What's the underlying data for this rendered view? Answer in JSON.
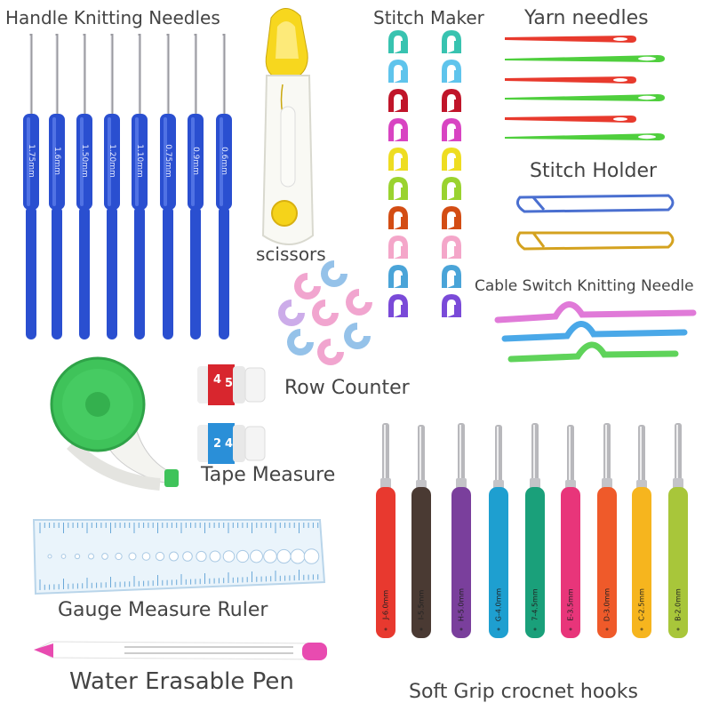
{
  "labels": {
    "handle_knitting_needles": "Handle Knitting Needles",
    "scissors": "scissors",
    "stitch_maker": "Stitch Maker",
    "yarn_needles": "Yarn needles",
    "stitch_holder": "Stitch Holder",
    "cable_switch": "Cable Switch Knitting Needle",
    "row_counter": "Row Counter",
    "tape_measure": "Tape Measure",
    "gauge_ruler": "Gauge Measure Ruler",
    "water_pen": "Water Erasable Pen",
    "soft_grip": "Soft Grip crocnet hooks"
  },
  "handle_needles": [
    {
      "size": "1.75mm"
    },
    {
      "size": "1.6mm"
    },
    {
      "size": "1.50mm"
    },
    {
      "size": "1.20mm"
    },
    {
      "size": "1.10mm"
    },
    {
      "size": "0.75mm"
    },
    {
      "size": "0.9mm"
    },
    {
      "size": "0.6mm"
    }
  ],
  "soft_grip_hooks": [
    {
      "size": "J-6.0mm",
      "color": "#e8392f"
    },
    {
      "size": "I-5.5mm",
      "color": "#4a3a33"
    },
    {
      "size": "H-5.0mm",
      "color": "#7a3f9c"
    },
    {
      "size": "G-4.0mm",
      "color": "#1e9fd0"
    },
    {
      "size": "7-4.5mm",
      "color": "#1aa07a"
    },
    {
      "size": "E-3.5mm",
      "color": "#e8357a"
    },
    {
      "size": "D-3.0mm",
      "color": "#ef5a2a"
    },
    {
      "size": "C-2.5mm",
      "color": "#f6b51e"
    },
    {
      "size": "B-2.0mm",
      "color": "#a8c63a"
    }
  ],
  "row_counter_digits": {
    "top": [
      "4",
      "5"
    ],
    "bottom": [
      "2",
      "4"
    ]
  },
  "stitch_marker_colors": [
    "#38c3b0",
    "#5fc4ec",
    "#c0152a",
    "#d844c2",
    "#eedd21",
    "#9ad32f",
    "#d34d14",
    "#f4a6c9",
    "#4aa4d8",
    "#7a4ad8"
  ],
  "colors": {
    "needle_blue": "#2a4fd0",
    "scissors_yellow": "#f5d31a",
    "ring_pink": "#f0a0cc",
    "ring_blue": "#8fbfe8",
    "tape_green": "#3fc35a"
  }
}
